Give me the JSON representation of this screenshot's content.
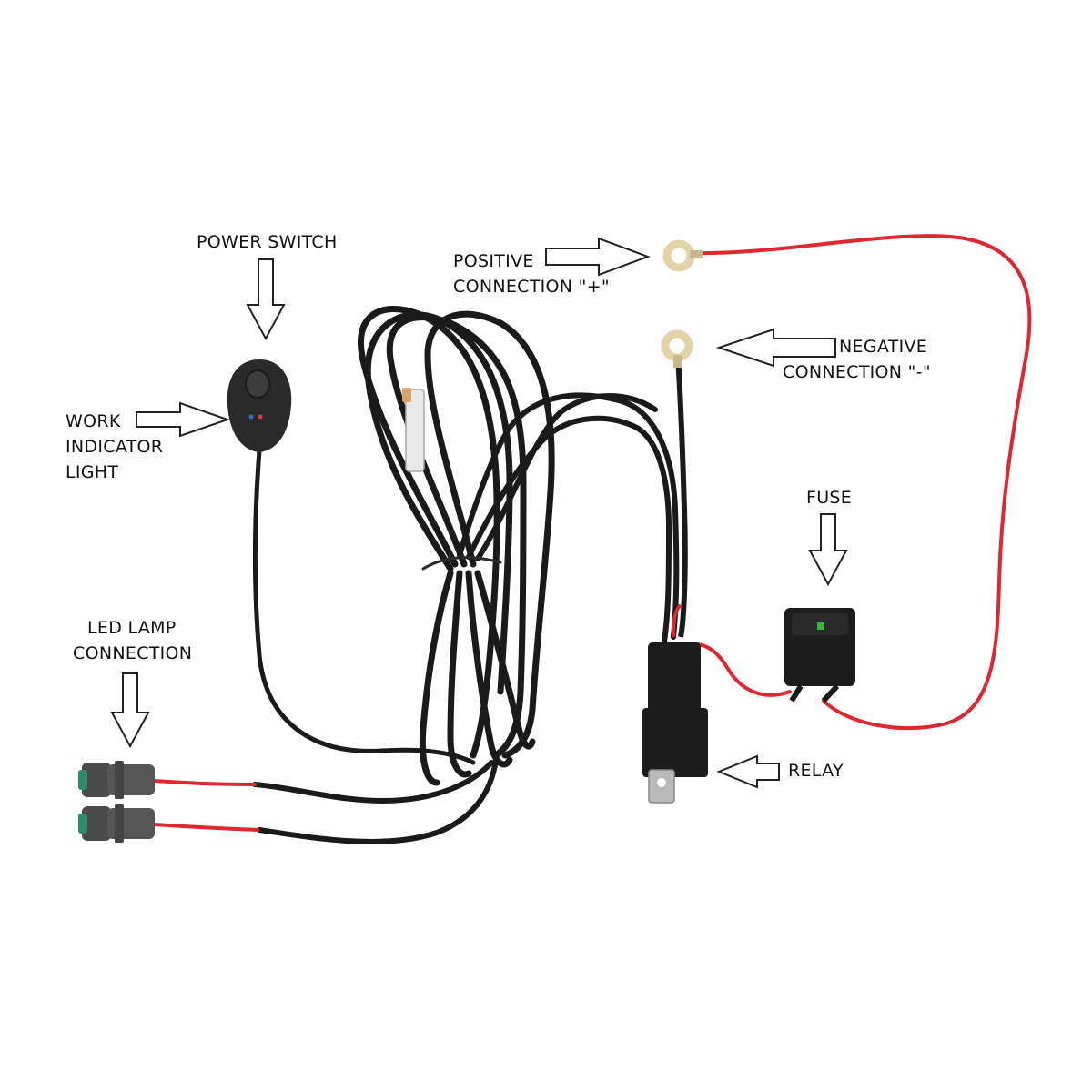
{
  "labels": {
    "power_switch": "POWER SWITCH",
    "positive_connection": [
      "POSITIVE",
      "CONNECTION \"+\""
    ],
    "negative_connection": [
      "NEGATIVE",
      "CONNECTION \"-\""
    ],
    "work_indicator_light": [
      "WORK",
      "INDICATOR",
      "LIGHT"
    ],
    "fuse": "FUSE",
    "led_lamp_connection": [
      "LED LAMP",
      "CONNECTION"
    ],
    "relay": "RELAY"
  },
  "colors": {
    "background": "#ffffff",
    "cable": "#1a1a1a",
    "red_wire": "#e0262e",
    "ring_terminal": "#e4d3a8",
    "switch_led_red": "#e23b3b",
    "switch_led_blue": "#3a6ad8",
    "fuse_led": "#3fb13f",
    "connector_body": "#4a4a4a",
    "connector_seal": "#2e8a6a"
  }
}
